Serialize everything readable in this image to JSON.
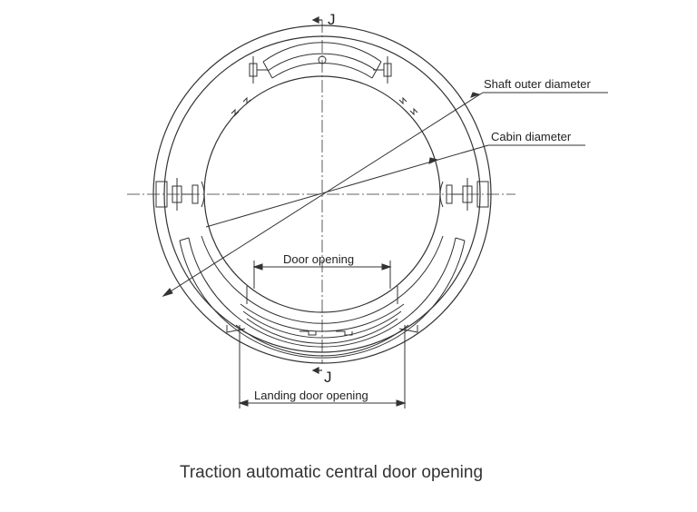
{
  "labels": {
    "section_top": "J",
    "section_bottom": "J",
    "shaft_outer_diameter": "Shaft outer diameter",
    "cabin_diameter": "Cabin diameter",
    "door_opening": "Door opening",
    "landing_door_opening": "Landing door opening"
  },
  "caption": "Traction automatic central door opening",
  "colors": {
    "line": "#333333",
    "text": "#222222"
  }
}
